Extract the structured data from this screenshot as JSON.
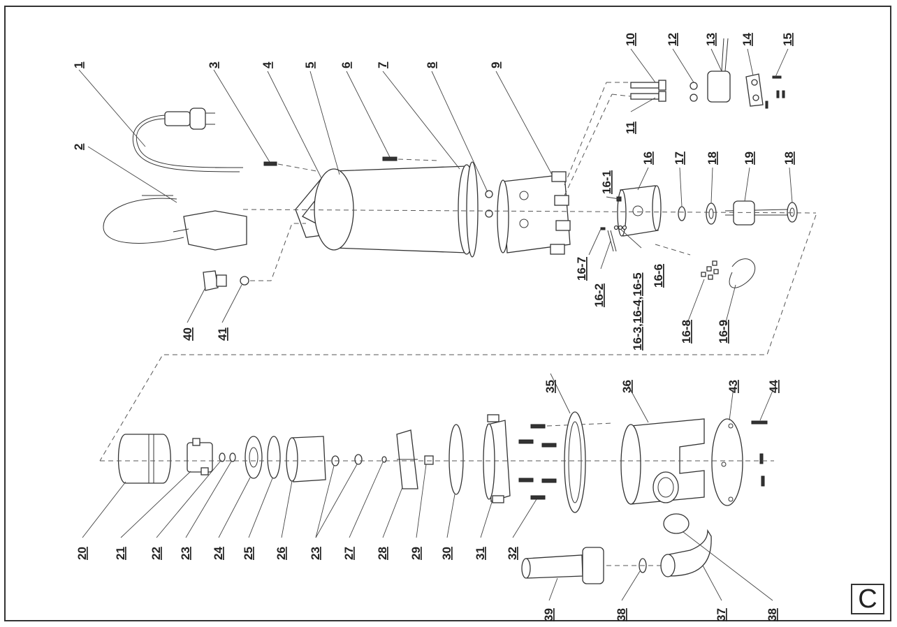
{
  "corner_letter": "C",
  "callouts": {
    "c1": "1",
    "c2": "2",
    "c3": "3",
    "c4": "4",
    "c5": "5",
    "c6": "6",
    "c7": "7",
    "c8": "8",
    "c9": "9",
    "c10": "10",
    "c11": "11",
    "c12": "12",
    "c13": "13",
    "c14": "14",
    "c15": "15",
    "c16": "16",
    "c16_1": "16-1",
    "c16_2": "16-2",
    "c16_3": "16-3,16-4,16-5",
    "c16_6": "16-6",
    "c16_7": "16-7",
    "c16_8": "16-8",
    "c16_9": "16-9",
    "c17": "17",
    "c18a": "18",
    "c18b": "18",
    "c19": "19",
    "c40": "40",
    "c41": "41",
    "c20": "20",
    "c21": "21",
    "c22": "22",
    "c23a": "23",
    "c24": "24",
    "c25": "25",
    "c26": "26",
    "c23b": "23",
    "c27": "27",
    "c28": "28",
    "c29": "29",
    "c30": "30",
    "c31": "31",
    "c32": "32",
    "c35": "35",
    "c36": "36",
    "c43": "43",
    "c44": "44",
    "c39": "39",
    "c38a": "38",
    "c37": "37",
    "c38b": "38"
  }
}
